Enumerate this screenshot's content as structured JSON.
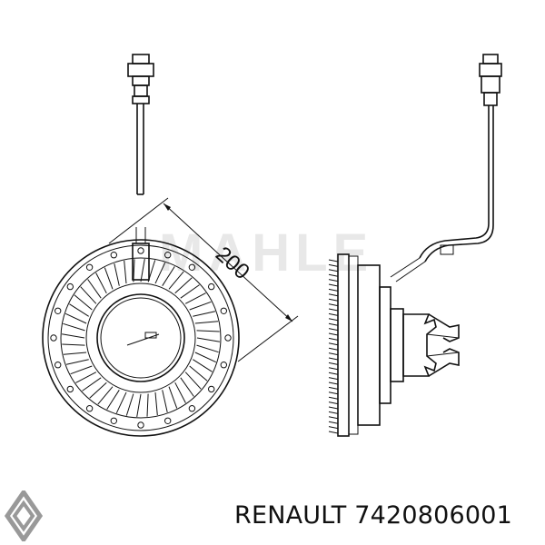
{
  "dimension_label": "200",
  "watermark_text": "MAHLE",
  "brand": "RENAULT",
  "part_number": "7420806001",
  "colors": {
    "line": "#111111",
    "watermark": "#e8e8e8",
    "background": "#ffffff"
  },
  "icons": [
    "renault-logo-icon"
  ]
}
